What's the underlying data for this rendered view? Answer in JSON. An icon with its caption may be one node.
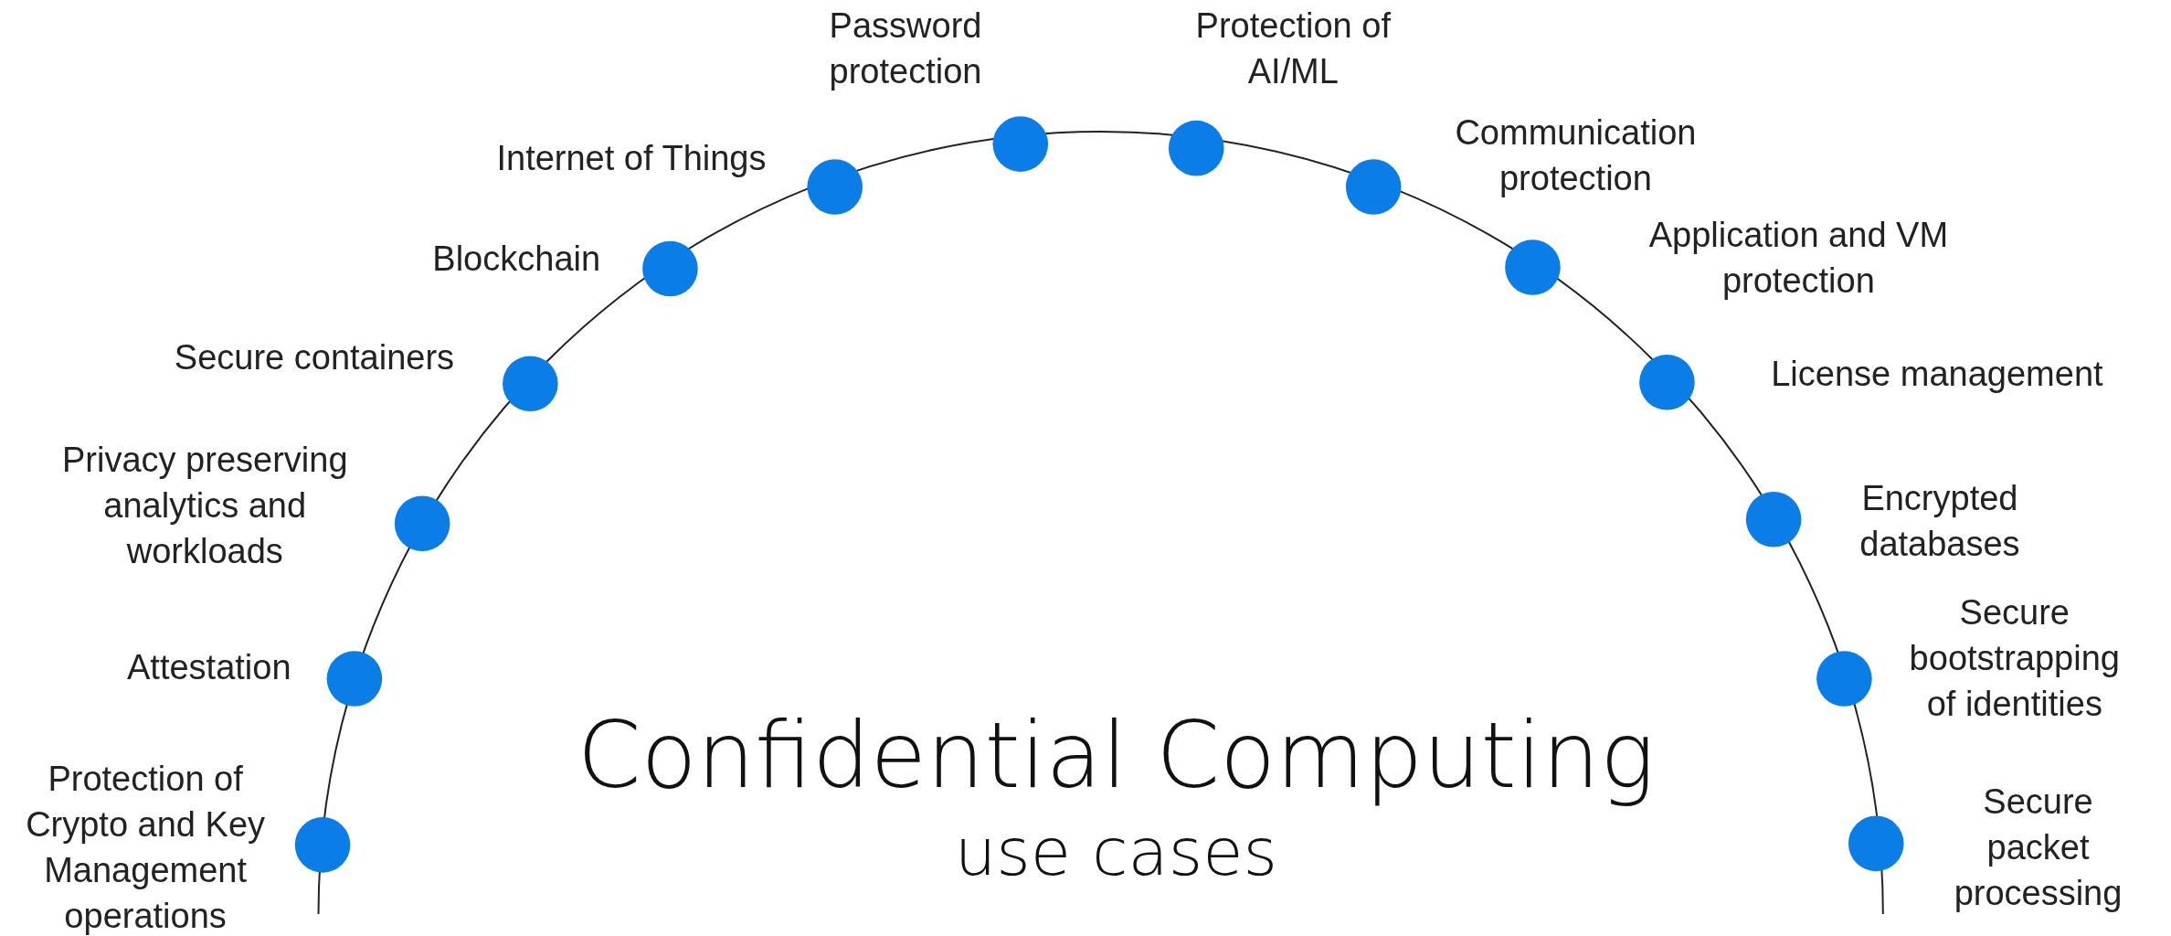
{
  "diagram": {
    "title": "Confidential Computing",
    "caption": "use cases",
    "labels": [
      "Protection of Crypto and Key Management operations",
      "Attestation",
      "Privacy preserving analytics and workloads",
      "Secure containers",
      "Blockchain",
      "Internet of Things",
      "Password protection",
      "Protection of AI/ML",
      "Communication protection",
      "Application and VM protection",
      "License management",
      "Encrypted databases",
      "Secure bootstrapping of identities",
      "Secure packet processing"
    ]
  }
}
